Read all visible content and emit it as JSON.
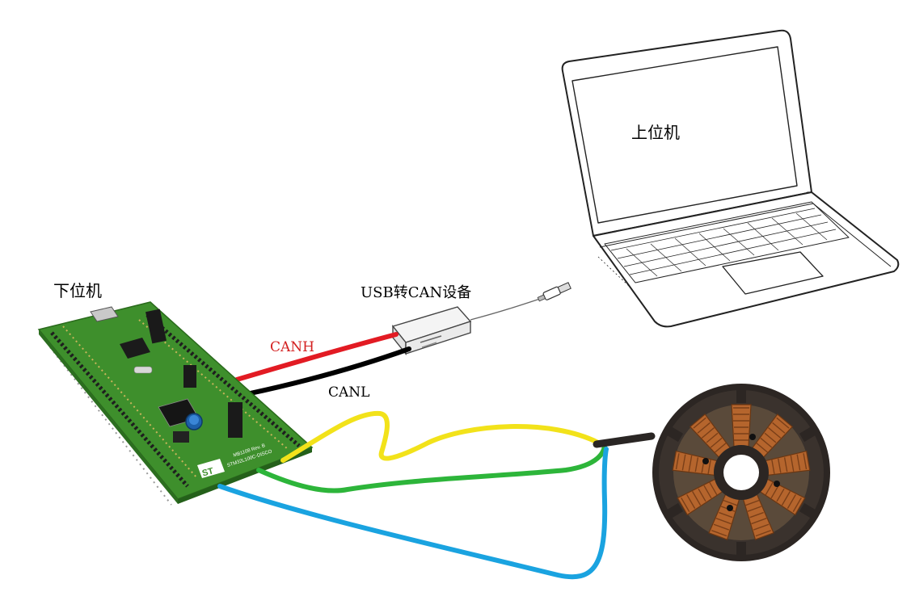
{
  "labels": {
    "lower_computer": "下位机",
    "upper_computer": "上位机",
    "usb_can_device": "USB转CAN设备",
    "canh": "CANH",
    "canl": "CANL"
  },
  "board": {
    "marking_line1": "MB1108 Rev. B",
    "marking_line2": "STM32L100C-DISCO",
    "logo": "ST"
  },
  "colors": {
    "canh_wire": "#e21b23",
    "canl_wire": "#000000",
    "canh_label": "#d32020",
    "phase_yellow": "#f2e21a",
    "phase_green": "#2db53a",
    "phase_blue": "#1aa3e0",
    "pcb_green": "#3e8f2c",
    "motor_body": "#2c2623",
    "copper_coil": "#b5652d"
  },
  "icons": [
    "laptop-icon",
    "usb-can-adapter-icon",
    "usb-plug-icon",
    "dev-board-icon",
    "bldc-motor-icon"
  ]
}
